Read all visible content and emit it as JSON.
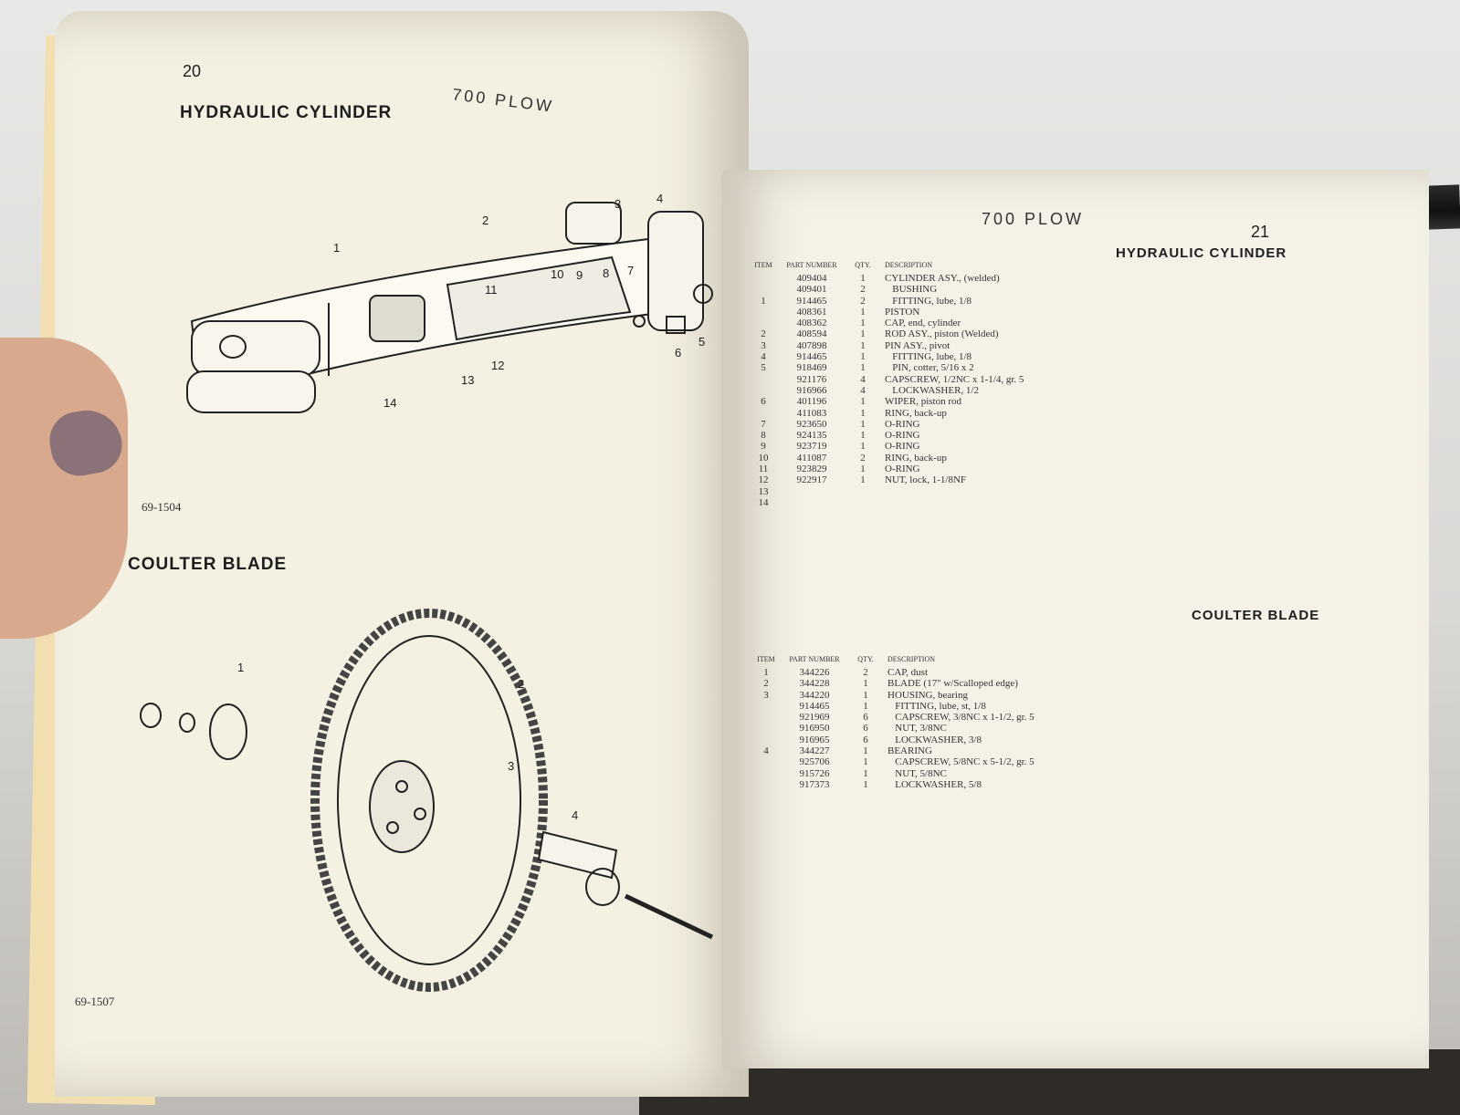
{
  "left_page": {
    "page_number": "20",
    "plow_header": "700 PLOW",
    "section1_title": "HYDRAULIC CYLINDER",
    "section2_title": "COULTER BLADE",
    "figure1_code": "69-1504",
    "figure2_code": "69-1507",
    "cylinder_callouts": [
      "1",
      "2",
      "3",
      "4",
      "5",
      "6",
      "7",
      "8",
      "9",
      "10",
      "11",
      "12",
      "13",
      "14"
    ],
    "blade_callouts": [
      "1",
      "2",
      "3",
      "4"
    ]
  },
  "right_page": {
    "page_number": "21",
    "plow_header": "700 PLOW",
    "section1_title": "HYDRAULIC CYLINDER",
    "section2_title": "COULTER BLADE",
    "columns": {
      "item": "ITEM",
      "part": "PART NUMBER",
      "qty": "QTY.",
      "desc": "DESCRIPTION"
    },
    "cylinder_parts": [
      {
        "item": "",
        "part": "409404",
        "qty": "1",
        "desc": "CYLINDER ASY., (welded)"
      },
      {
        "item": "",
        "part": "409401",
        "qty": "2",
        "desc": "   BUSHING"
      },
      {
        "item": "1",
        "part": "914465",
        "qty": "2",
        "desc": "   FITTING, lube, 1/8"
      },
      {
        "item": "",
        "part": "408361",
        "qty": "1",
        "desc": "PISTON"
      },
      {
        "item": "",
        "part": "408362",
        "qty": "1",
        "desc": "CAP, end, cylinder"
      },
      {
        "item": "2",
        "part": "408594",
        "qty": "1",
        "desc": "ROD ASY., piston (Welded)"
      },
      {
        "item": "3",
        "part": "407898",
        "qty": "1",
        "desc": "PIN ASY., pivot"
      },
      {
        "item": "4",
        "part": "914465",
        "qty": "1",
        "desc": "   FITTING, lube, 1/8"
      },
      {
        "item": "5",
        "part": "918469",
        "qty": "1",
        "desc": "   PIN, cotter, 5/16 x 2"
      },
      {
        "item": "",
        "part": "921176",
        "qty": "4",
        "desc": "CAPSCREW, 1/2NC x 1-1/4, gr. 5"
      },
      {
        "item": "",
        "part": "916966",
        "qty": "4",
        "desc": "   LOCKWASHER, 1/2"
      },
      {
        "item": "6",
        "part": "401196",
        "qty": "1",
        "desc": "WIPER, piston rod"
      },
      {
        "item": "",
        "part": "411083",
        "qty": "1",
        "desc": "RING, back-up"
      },
      {
        "item": "7",
        "part": "923650",
        "qty": "1",
        "desc": "O-RING"
      },
      {
        "item": "8",
        "part": "924135",
        "qty": "1",
        "desc": "O-RING"
      },
      {
        "item": "9",
        "part": "923719",
        "qty": "1",
        "desc": "O-RING"
      },
      {
        "item": "10",
        "part": "411087",
        "qty": "2",
        "desc": "RING, back-up"
      },
      {
        "item": "11",
        "part": "923829",
        "qty": "1",
        "desc": "O-RING"
      },
      {
        "item": "12",
        "part": "922917",
        "qty": "1",
        "desc": "NUT, lock, 1-1/8NF"
      },
      {
        "item": "13",
        "part": "",
        "qty": "",
        "desc": ""
      },
      {
        "item": "14",
        "part": "",
        "qty": "",
        "desc": ""
      }
    ],
    "blade_parts": [
      {
        "item": "1",
        "part": "344226",
        "qty": "2",
        "desc": "CAP, dust"
      },
      {
        "item": "2",
        "part": "344228",
        "qty": "1",
        "desc": "BLADE (17\" w/Scalloped edge)"
      },
      {
        "item": "3",
        "part": "344220",
        "qty": "1",
        "desc": "HOUSING, bearing"
      },
      {
        "item": "",
        "part": "914465",
        "qty": "1",
        "desc": "   FITTING, lube, st, 1/8"
      },
      {
        "item": "",
        "part": "921969",
        "qty": "6",
        "desc": "   CAPSCREW, 3/8NC x 1-1/2, gr. 5"
      },
      {
        "item": "",
        "part": "916950",
        "qty": "6",
        "desc": "   NUT, 3/8NC"
      },
      {
        "item": "",
        "part": "916965",
        "qty": "6",
        "desc": "   LOCKWASHER, 3/8"
      },
      {
        "item": "4",
        "part": "344227",
        "qty": "1",
        "desc": "BEARING"
      },
      {
        "item": "",
        "part": "925706",
        "qty": "1",
        "desc": "   CAPSCREW, 5/8NC x 5-1/2, gr. 5"
      },
      {
        "item": "",
        "part": "915726",
        "qty": "1",
        "desc": "   NUT, 5/8NC"
      },
      {
        "item": "",
        "part": "917373",
        "qty": "1",
        "desc": "   LOCKWASHER, 5/8"
      }
    ]
  }
}
